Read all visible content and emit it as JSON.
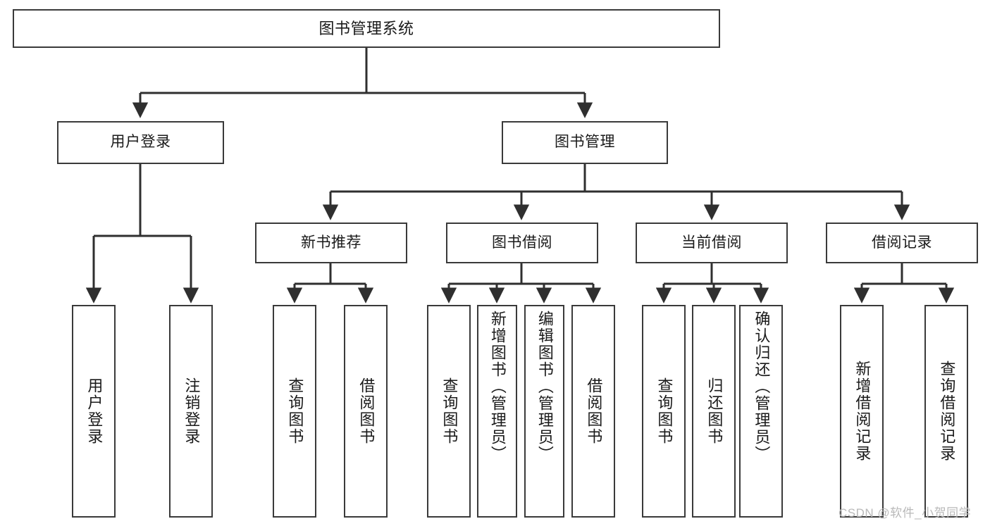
{
  "diagram": {
    "type": "tree",
    "title": "图书管理系统",
    "root": {
      "id": "root",
      "label": "图书管理系统"
    },
    "level1": [
      {
        "id": "user-login",
        "label": "用户登录"
      },
      {
        "id": "book-manage",
        "label": "图书管理"
      }
    ],
    "level2": [
      {
        "id": "new-book-recommend",
        "label": "新书推荐",
        "parent": "book-manage"
      },
      {
        "id": "book-borrow",
        "label": "图书借阅",
        "parent": "book-manage"
      },
      {
        "id": "current-borrow",
        "label": "当前借阅",
        "parent": "book-manage"
      },
      {
        "id": "borrow-record",
        "label": "借阅记录",
        "parent": "book-manage"
      }
    ],
    "leaves": [
      {
        "id": "leaf-user-login",
        "label": "用户登录",
        "parent": "user-login"
      },
      {
        "id": "leaf-logout",
        "label": "注销登录",
        "parent": "user-login"
      },
      {
        "id": "leaf-query-book-1",
        "label": "查询图书",
        "parent": "new-book-recommend"
      },
      {
        "id": "leaf-borrow-book-1",
        "label": "借阅图书",
        "parent": "new-book-recommend"
      },
      {
        "id": "leaf-query-book-2",
        "label": "查询图书",
        "parent": "book-borrow"
      },
      {
        "id": "leaf-add-book",
        "label": "新增图书（管理员）",
        "parent": "book-borrow"
      },
      {
        "id": "leaf-edit-book",
        "label": "编辑图书（管理员）",
        "parent": "book-borrow"
      },
      {
        "id": "leaf-borrow-book-2",
        "label": "借阅图书",
        "parent": "book-borrow"
      },
      {
        "id": "leaf-query-book-3",
        "label": "查询图书",
        "parent": "current-borrow"
      },
      {
        "id": "leaf-return-book",
        "label": "归还图书",
        "parent": "current-borrow"
      },
      {
        "id": "leaf-confirm-return",
        "label": "确认归还（管理员）",
        "parent": "current-borrow"
      },
      {
        "id": "leaf-add-record",
        "label": "新增借阅记录",
        "parent": "borrow-record"
      },
      {
        "id": "leaf-query-record",
        "label": "查询借阅记录",
        "parent": "borrow-record"
      }
    ]
  },
  "watermark": {
    "text": "CSDN @软件_小贺同学"
  },
  "colors": {
    "background": "#ffffff",
    "box_border": "#3a3a3a",
    "box_fill": "#ffffff",
    "text": "#1a1a1a",
    "connector": "#2f2f2f",
    "watermark": "#b9b9b9"
  }
}
